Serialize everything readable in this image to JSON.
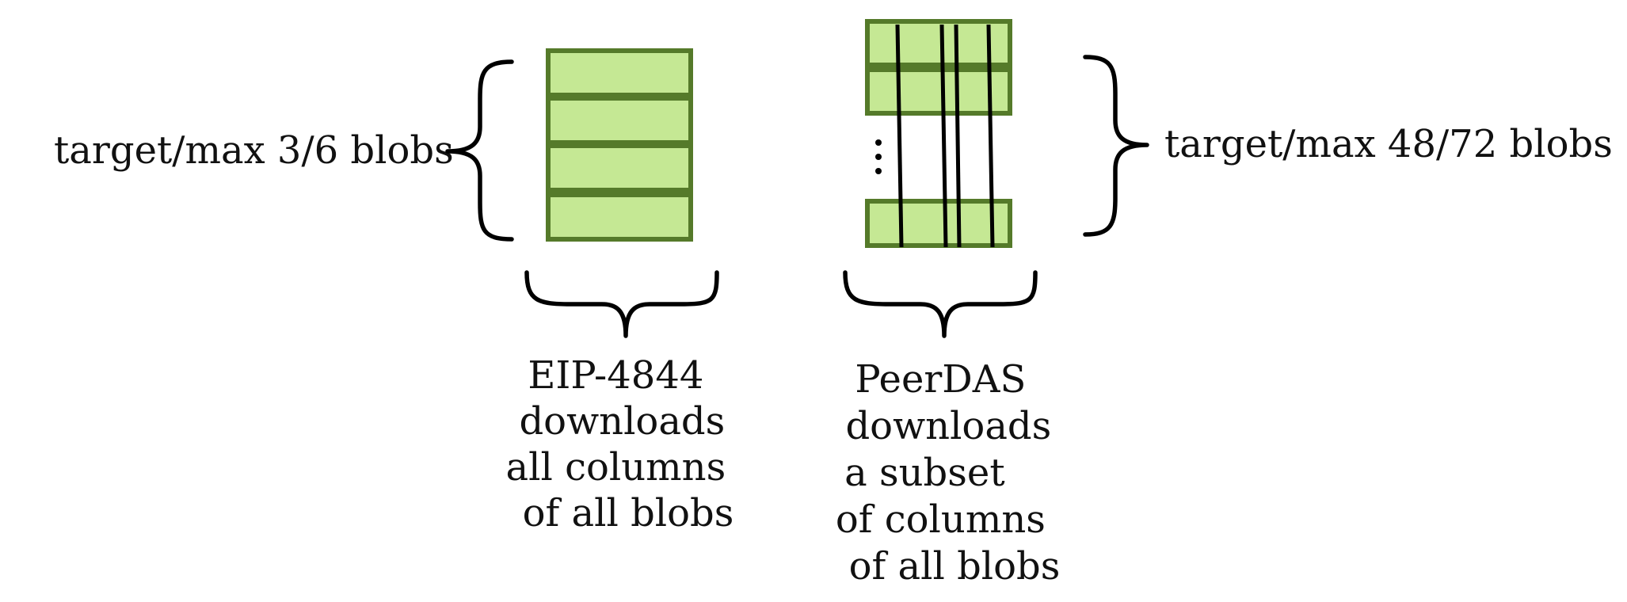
{
  "colors": {
    "blob_fill": "#c5e894",
    "blob_stroke": "#557a2a",
    "line": "#000000"
  },
  "eip4844": {
    "capacity_label": "target/max 3/6 blobs",
    "blob_rows_shown": 4,
    "caption": [
      "EIP-4844",
      "downloads",
      "all columns",
      "of all blobs"
    ]
  },
  "peerdas": {
    "capacity_label": "target/max 48/72 blobs",
    "blob_rows_shown": 3,
    "sampled_columns": 4,
    "ellipsis": "vertical-dots",
    "caption": [
      "PeerDAS",
      "downloads",
      "a subset",
      "of columns",
      "of all blobs"
    ]
  }
}
